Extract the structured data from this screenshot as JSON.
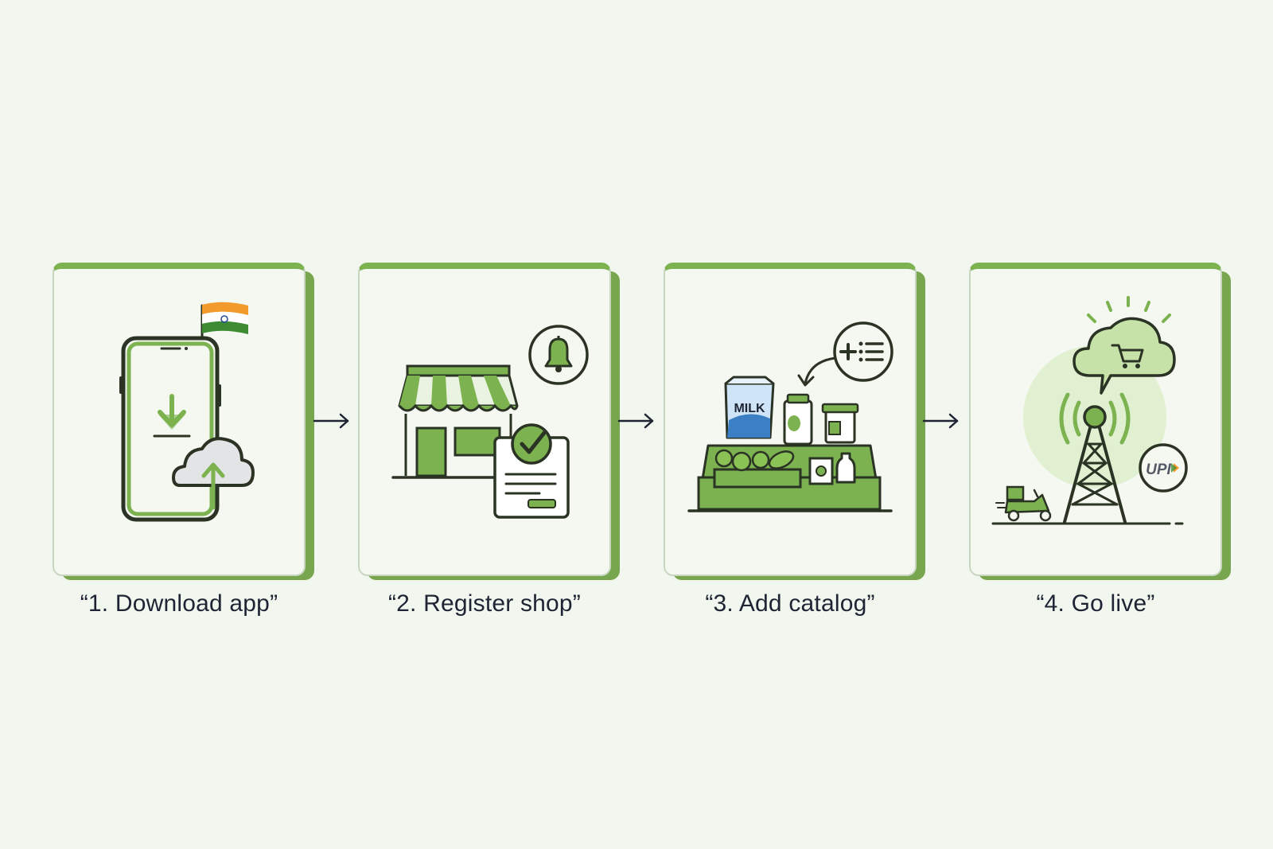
{
  "steps": [
    {
      "label": "“1. Download app”",
      "icon": "phone-download-icon"
    },
    {
      "label": "“2. Register shop”",
      "icon": "storefront-icon"
    },
    {
      "label": "“3. Add catalog”",
      "icon": "grocery-crate-icon"
    },
    {
      "label": "“4. Go live”",
      "icon": "signal-tower-icon"
    }
  ],
  "badges": {
    "milk": "MILK",
    "upi": "UPI"
  },
  "colors": {
    "background": "#f1f6ee",
    "card": "#f4f8f0",
    "accent_green": "#7cb24f",
    "shadow_green": "#78a64e",
    "outline": "#1e2433",
    "saffron": "#f39a2d",
    "india_green": "#3d8b33"
  }
}
